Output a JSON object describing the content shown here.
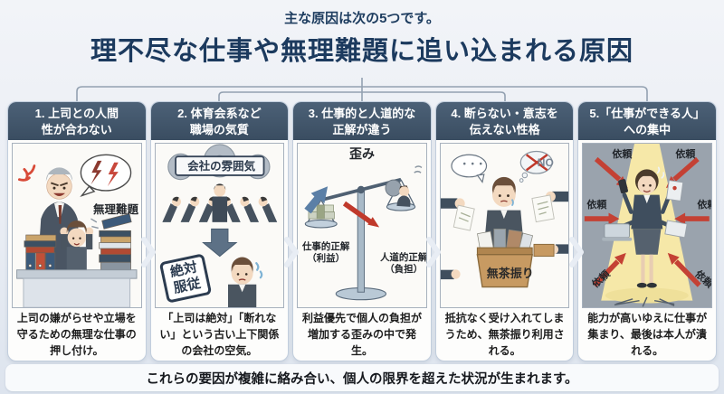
{
  "header": {
    "subtitle": "主な原因は次の5つです。",
    "title": "理不尽な仕事や無理難題に追い込まれる原因"
  },
  "footer": {
    "text": "これらの要因が複雑に絡み合い、個人の限界を超えた状況が生まれます。"
  },
  "colors": {
    "title_navy": "#1c3a5e",
    "panel_header_slate": "#3f5469",
    "accent_red": "#c0392b",
    "arrow_blue": "#5b7fa6",
    "spotlight_yellow": "#f5e7a6"
  },
  "panels": [
    {
      "title_line1": "1. 上司との人間",
      "title_line2": "性が合わない",
      "description": "上司の嫌がらせや立場を守るための無理な仕事の押し付け。",
      "labels": {
        "bubble": "無理難題"
      }
    },
    {
      "title_line1": "2. 体育会系など",
      "title_line2": "職場の気質",
      "description": "「上司は絶対」「断れない」という古い上下関係の会社の空気。",
      "labels": {
        "gear_box": "会社の雰囲気",
        "stamp_line1": "絶対",
        "stamp_line2": "服従"
      }
    },
    {
      "title_line1": "3. 仕事的と人道的な",
      "title_line2": "正解が違う",
      "description": "利益優先で個人の負担が増加する歪みの中で発生。",
      "labels": {
        "top": "歪み",
        "left_line1": "仕事的正解",
        "left_line2": "（利益）",
        "right_line1": "人道的正解",
        "right_line2": "（負担）"
      }
    },
    {
      "title_line1": "4. 断らない・意志を",
      "title_line2": "伝えない性格",
      "description": "抵抗なく受け入れてしまうため、無茶振り利用される。",
      "labels": {
        "speech": "・・・",
        "thought": "NO",
        "box": "無茶振り"
      }
    },
    {
      "title_line1": "5.「仕事ができる人」",
      "title_line2": "への集中",
      "description": "能力が高いゆえに仕事が集まり、最後は本人が潰れる。",
      "labels": {
        "request": "依頼"
      }
    }
  ]
}
